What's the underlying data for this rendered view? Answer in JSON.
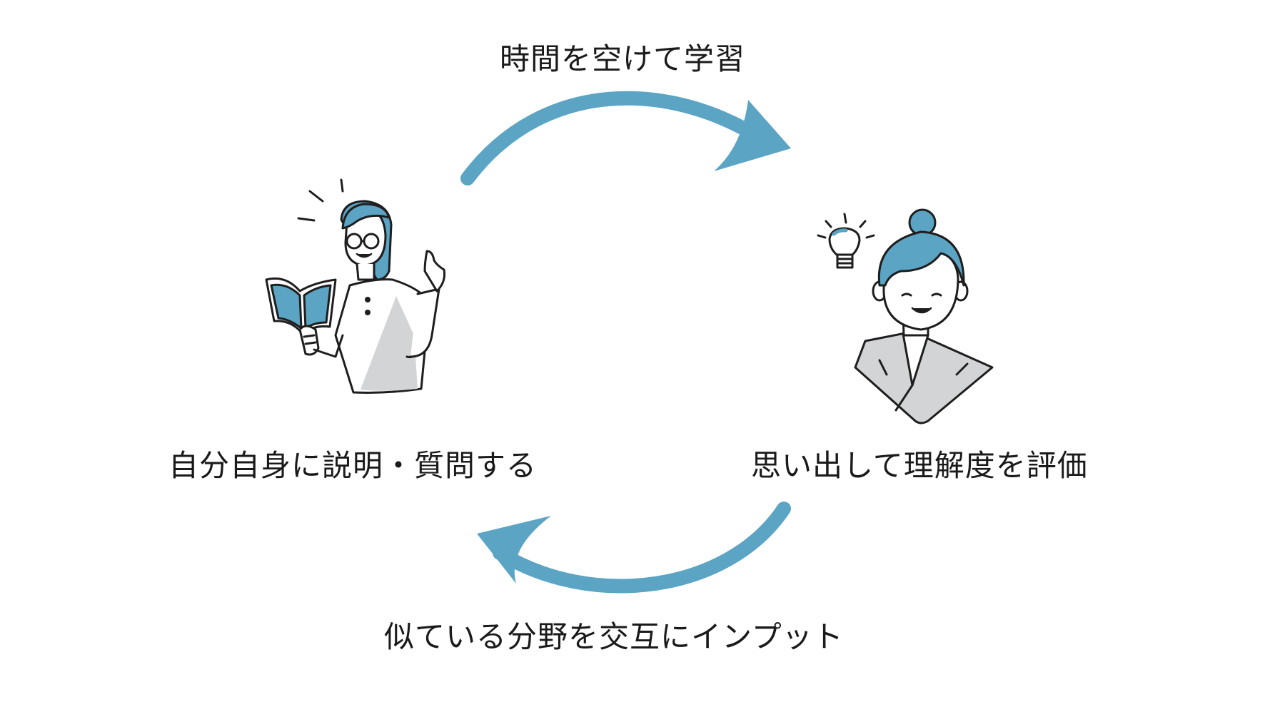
{
  "labels": {
    "top": "時間を空けて学習",
    "left": "自分自身に説明・質問する",
    "right": "思い出して理解度を評価",
    "bottom": "似ている分野を交互にインプット"
  },
  "colors": {
    "accent": "#5ba4c4",
    "line": "#1e1e1e",
    "gray": "#d2d4d6"
  },
  "icons": {
    "left_figure": "person-reading-book-icon",
    "right_figure": "woman-idea-icon"
  }
}
